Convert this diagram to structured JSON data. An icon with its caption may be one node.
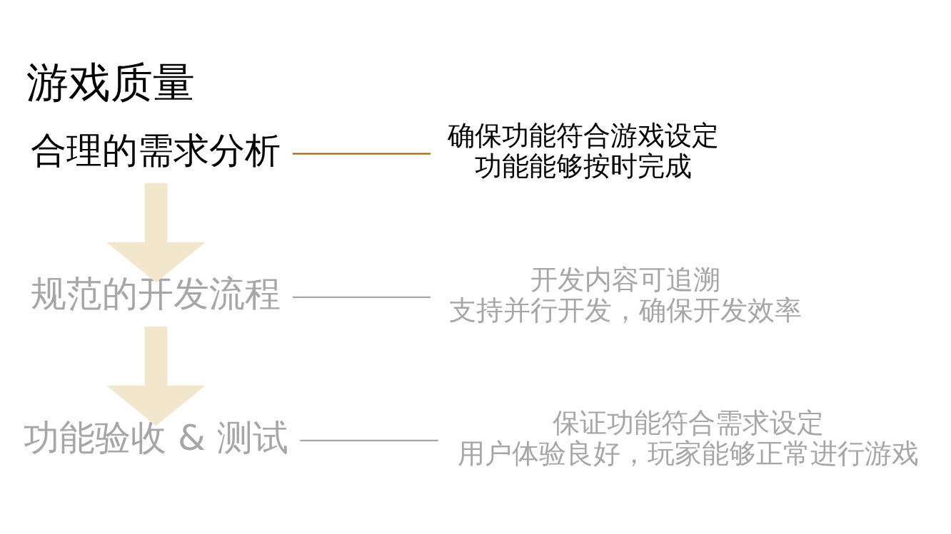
{
  "diagram": {
    "title": "游戏质量",
    "nodes": [
      {
        "text": [
          "合理的需求分析"
        ]
      },
      {
        "text": [
          "确保功能符合游戏设定",
          "功能能够按时完成"
        ]
      },
      {
        "text": [
          "规范的开发流程"
        ]
      },
      {
        "text": [
          "开发内容可追溯",
          "支持并行开发，确保开发效率"
        ]
      },
      {
        "text": [
          "功能验收 & 测试"
        ]
      },
      {
        "text": [
          "保证功能符合需求设定",
          "用户体验良好，玩家能够正常进行游戏"
        ]
      }
    ],
    "edges": [
      {
        "from": 0,
        "to": 1,
        "arrow": "none",
        "color": "#9a6b10"
      },
      {
        "from": 0,
        "to": 2,
        "arrow": "to",
        "style": "thick",
        "color": "#f2e6cc"
      },
      {
        "from": 2,
        "to": 3,
        "arrow": "none",
        "color": "#a6a6a6"
      },
      {
        "from": 2,
        "to": 4,
        "arrow": "to",
        "style": "thick",
        "color": "#f2e6cc"
      },
      {
        "from": 4,
        "to": 5,
        "arrow": "none",
        "color": "#a6a6a6"
      }
    ]
  }
}
